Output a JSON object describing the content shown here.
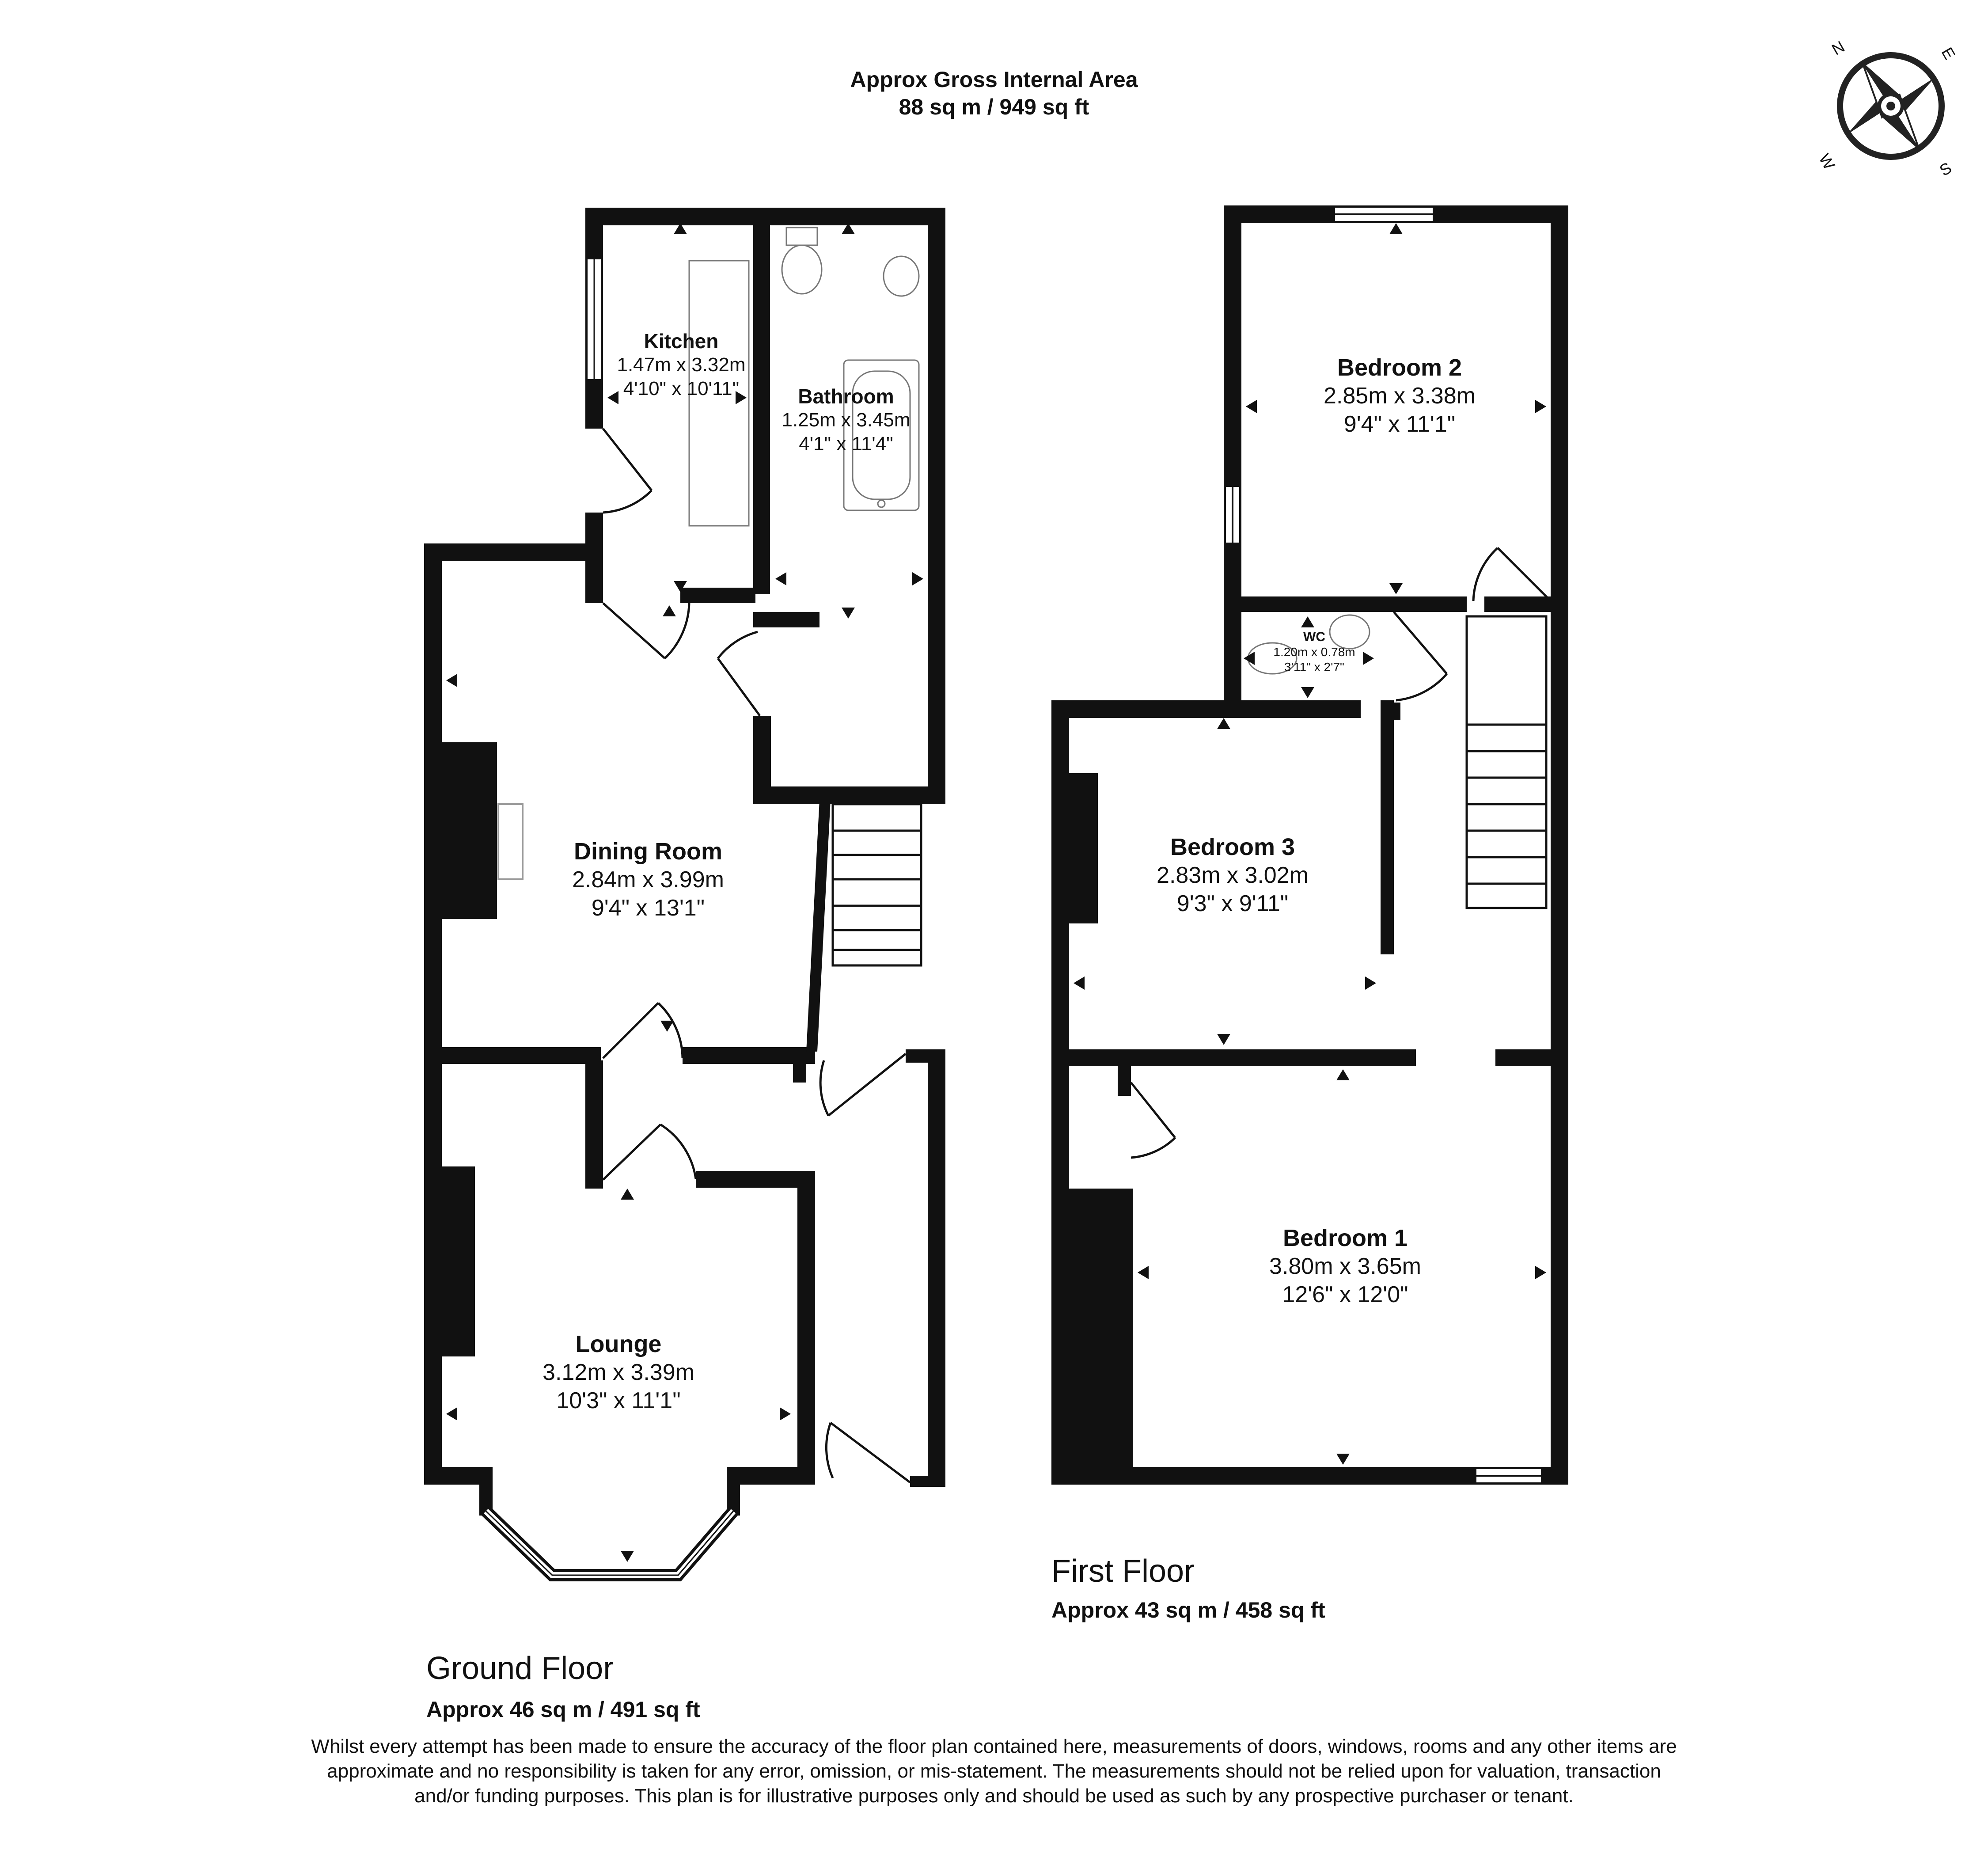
{
  "header": {
    "title": "Approx Gross Internal Area",
    "total_area": "88 sq m / 949 sq ft"
  },
  "compass": {
    "n": "N",
    "e": "E",
    "s": "S",
    "w": "W"
  },
  "ground_floor": {
    "name": "Ground Floor",
    "area": "Approx 46 sq m / 491 sq ft",
    "rooms": {
      "kitchen": {
        "name": "Kitchen",
        "metric": "1.47m x 3.32m",
        "imperial": "4'10\" x 10'11\""
      },
      "bathroom": {
        "name": "Bathroom",
        "metric": "1.25m x 3.45m",
        "imperial": "4'1\" x 11'4\""
      },
      "dining": {
        "name": "Dining Room",
        "metric": "2.84m x 3.99m",
        "imperial": "9'4\" x 13'1\""
      },
      "lounge": {
        "name": "Lounge",
        "metric": "3.12m x 3.39m",
        "imperial": "10'3\" x 11'1\""
      }
    }
  },
  "first_floor": {
    "name": "First Floor",
    "area": "Approx 43 sq m / 458 sq ft",
    "rooms": {
      "bedroom2": {
        "name": "Bedroom 2",
        "metric": "2.85m x 3.38m",
        "imperial": "9'4\" x 11'1\""
      },
      "wc": {
        "name": "WC",
        "metric": "1.20m x 0.78m",
        "imperial": "3'11\" x 2'7\""
      },
      "bedroom3": {
        "name": "Bedroom 3",
        "metric": "2.83m x 3.02m",
        "imperial": "9'3\" x 9'11\""
      },
      "bedroom1": {
        "name": "Bedroom 1",
        "metric": "3.80m x 3.65m",
        "imperial": "12'6\" x 12'0\""
      }
    }
  },
  "disclaimer": "Whilst every attempt has been made to ensure the accuracy of the floor plan contained here, measurements of doors, windows, rooms and any other items are approximate and no responsibility is taken for any error, omission, or mis-statement. The measurements should not be relied upon for valuation, transaction and/or funding purposes. This plan is for illustrative purposes only and should be used as such by any prospective purchaser or tenant."
}
